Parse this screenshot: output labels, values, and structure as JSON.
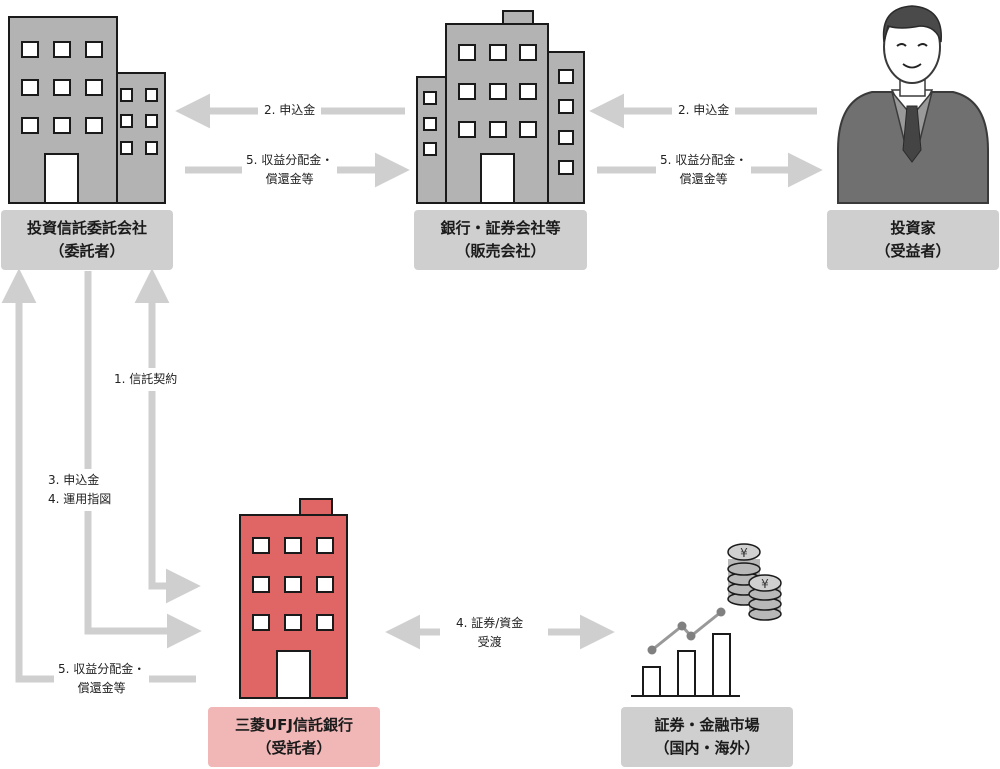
{
  "nodes": {
    "management_company": {
      "name": "投資信託委託会社",
      "role": "（委託者）"
    },
    "distributor": {
      "name": "銀行・証券会社等",
      "role": "（販売会社）"
    },
    "investor": {
      "name": "投資家",
      "role": "（受益者）"
    },
    "trustee": {
      "name": "三菱UFJ信託銀行",
      "role": "（受託者）"
    },
    "market": {
      "name": "証券・金融市場",
      "role": "（国内・海外）"
    }
  },
  "flows": {
    "subscription_to_manager": "2. 申込金",
    "distribution_to_distributor": [
      "5. 収益分配金・",
      "償還金等"
    ],
    "subscription_from_investor": "2. 申込金",
    "distribution_to_investor": [
      "5. 収益分配金・",
      "償還金等"
    ],
    "trust_contract": "1. 信託契約",
    "subscription_instruction": [
      "3. 申込金",
      "4. 運用指図"
    ],
    "distribution_from_trustee": [
      "5. 収益分配金・",
      "償還金等"
    ],
    "settlement": [
      "4. 証券/資金",
      "受渡"
    ]
  },
  "icons": {
    "building": "building-icon",
    "person": "businessman-icon",
    "market": "chart-coins-icon",
    "currency_symbol": "¥"
  },
  "colors": {
    "building_gray": "#b3b3b3",
    "building_red": "#e06565",
    "arrow_gray": "#cfcfcf",
    "label_gray": "#cfcfcf",
    "label_pink": "#f1b7b7"
  }
}
